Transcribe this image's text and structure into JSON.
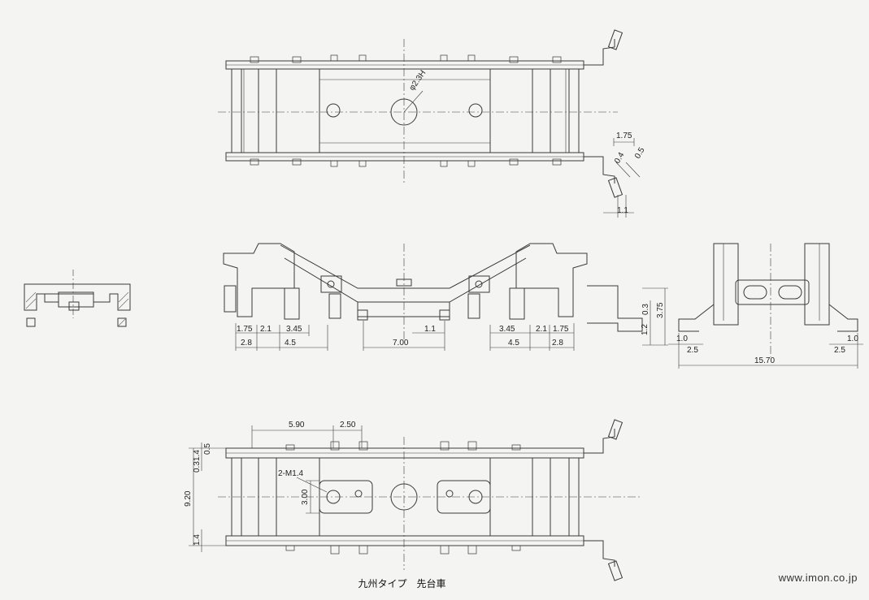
{
  "caption": "九州タイプ　先台車",
  "website": "www.imon.co.jp",
  "colors": {
    "ink": "#3a3a3a",
    "paper": "#f4f4f2",
    "hatch": "#666666"
  },
  "top_view": {
    "hole_label": "φ2.3H",
    "dims": {
      "d1": "1.75",
      "d2": "0.4",
      "d3": "0.5",
      "d4": "1.1"
    }
  },
  "side_view": {
    "dims": {
      "a1": "1.75",
      "a2": "2.1",
      "a3": "3.45",
      "a4": "2.8",
      "a5": "4.5",
      "center": "7.00",
      "c2": "1.1",
      "b1": "3.45",
      "b2": "2.1",
      "b3": "1.75",
      "b4": "4.5",
      "b5": "2.8",
      "h1": "0.3",
      "h2": "3.75",
      "h3": "1.2"
    }
  },
  "end_view": {
    "dims": {
      "e1": "1.0",
      "e2": "2.5",
      "width": "15.70",
      "e3": "1.0",
      "e4": "2.5"
    }
  },
  "bottom_view": {
    "thread_label": "2-M1.4",
    "dims": {
      "f1": "5.90",
      "f2": "2.50",
      "f3": "0.5",
      "f4": "1.4",
      "f5": "0.3",
      "height": "9.20",
      "f6": "3.00",
      "f7": "1.4"
    }
  }
}
